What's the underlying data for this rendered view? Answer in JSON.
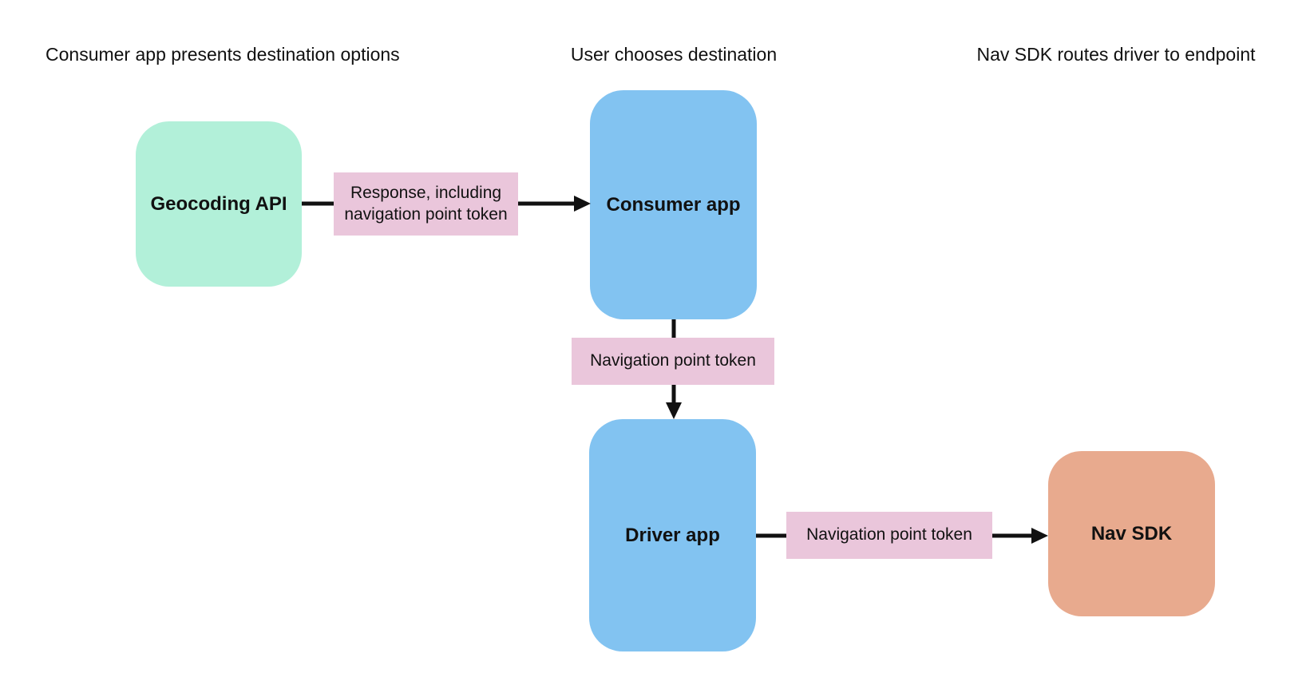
{
  "headers": [
    {
      "label": "Consumer app presents destination options"
    },
    {
      "label": "User chooses destination"
    },
    {
      "label": "Nav SDK routes driver to endpoint"
    }
  ],
  "nodes": [
    {
      "id": "geocoding-api",
      "label": "Geocoding API",
      "color": "#b2f0d9"
    },
    {
      "id": "consumer-app",
      "label": "Consumer app",
      "color": "#82c3f1"
    },
    {
      "id": "driver-app",
      "label": "Driver app",
      "color": "#82c3f1"
    },
    {
      "id": "nav-sdk",
      "label": "Nav SDK",
      "color": "#e8aa8e"
    }
  ],
  "edges": [
    {
      "from": "geocoding-api",
      "to": "consumer-app",
      "label": "Response, including navigation point token"
    },
    {
      "from": "consumer-app",
      "to": "driver-app",
      "label": "Navigation point token"
    },
    {
      "from": "driver-app",
      "to": "nav-sdk",
      "label": "Navigation point token"
    }
  ],
  "colors": {
    "background": "#ffffff",
    "edge_label_pink": "#eac6db",
    "arrow_black": "#111111",
    "text_black": "#111111"
  }
}
